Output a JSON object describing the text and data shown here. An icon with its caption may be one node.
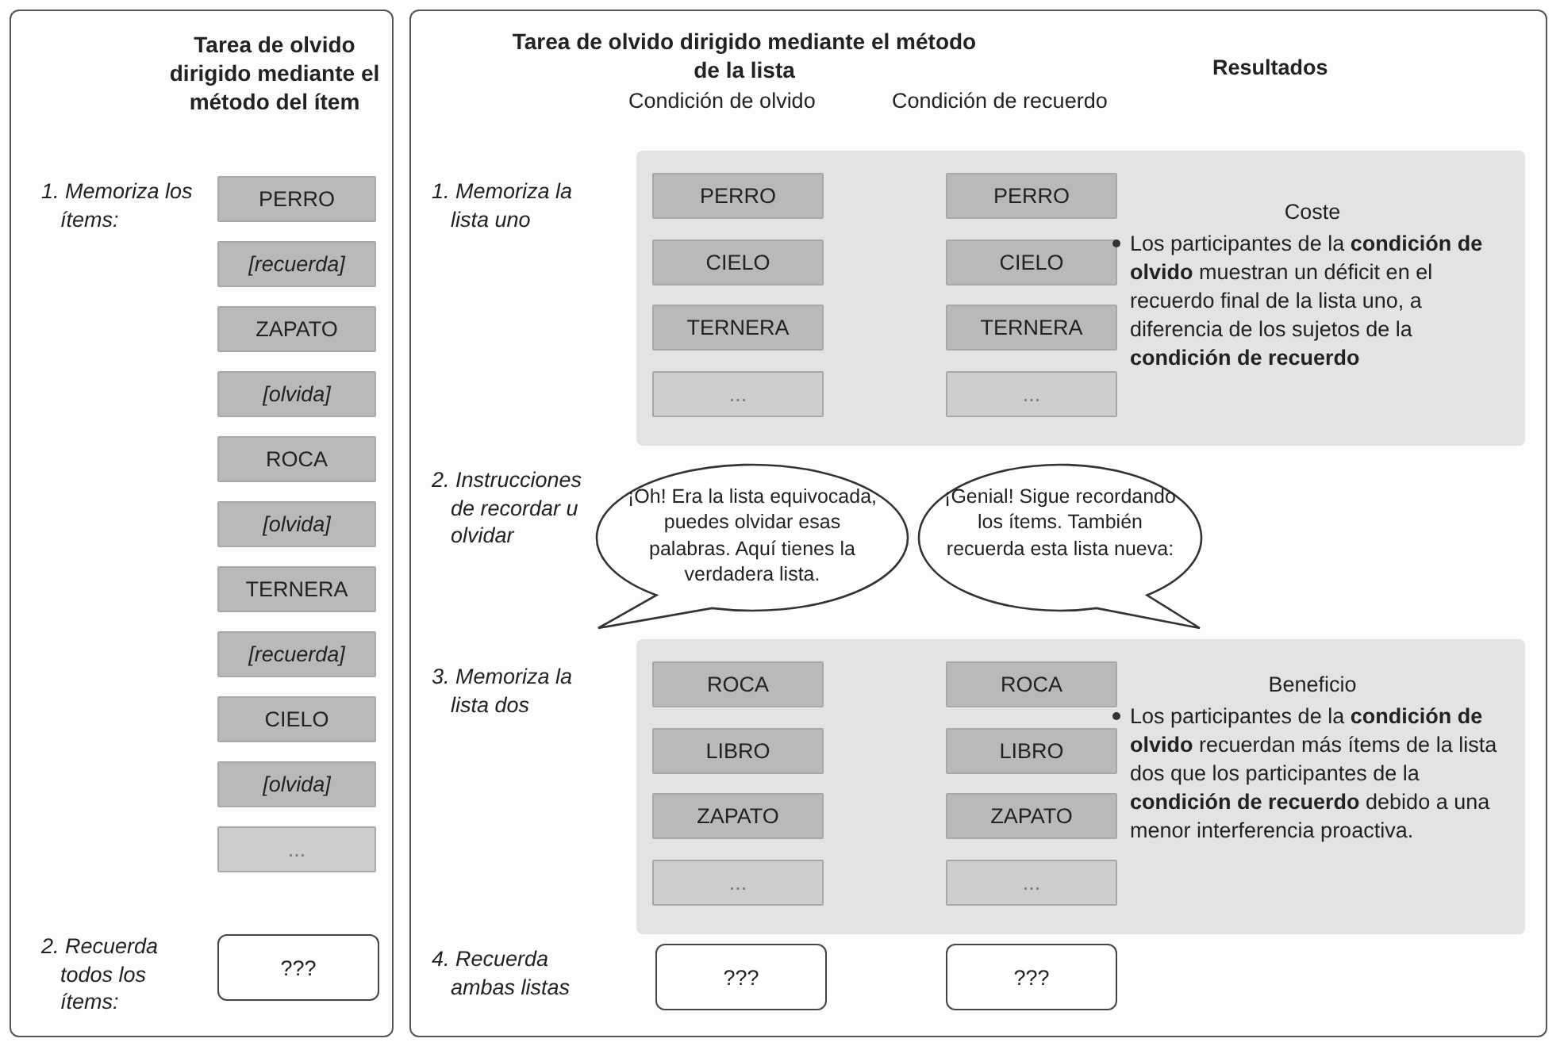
{
  "diagram": {
    "nodes": [
      {
        "text": [
          "Tarea de olvido dirigido mediante el método del ítem"
        ]
      },
      {
        "text": [
          "PERRO"
        ],
        "in": 0
      },
      {
        "text": [
          "[recuerda]"
        ],
        "in": 0
      },
      {
        "text": [
          "ZAPATO"
        ],
        "in": 0
      },
      {
        "text": [
          "[olvida]"
        ],
        "in": 0
      },
      {
        "text": [
          "ROCA"
        ],
        "in": 0
      },
      {
        "text": [
          "[olvida]"
        ],
        "in": 0
      },
      {
        "text": [
          "TERNERA"
        ],
        "in": 0
      },
      {
        "text": [
          "[recuerda]"
        ],
        "in": 0
      },
      {
        "text": [
          "CIELO"
        ],
        "in": 0
      },
      {
        "text": [
          "[olvida]"
        ],
        "in": 0
      },
      {
        "text": [
          "..."
        ],
        "in": 0
      },
      {
        "text": [
          "???"
        ],
        "in": 0
      },
      {
        "text": [
          "Tarea de olvido dirigido mediante el método de la lista"
        ]
      },
      {
        "text": [
          "Coste",
          "Los participantes de la **condición de olvido** muestran un déficit en el recuerdo final de la lista uno, a diferencia de los sujetos de la **condición de recuerdo**"
        ],
        "in": 13
      },
      {
        "text": [
          "PERRO"
        ],
        "in": 14
      },
      {
        "text": [
          "CIELO"
        ],
        "in": 14
      },
      {
        "text": [
          "TERNERA"
        ],
        "in": 14
      },
      {
        "text": [
          "..."
        ],
        "in": 14
      },
      {
        "text": [
          "PERRO"
        ],
        "in": 14
      },
      {
        "text": [
          "CIELO"
        ],
        "in": 14
      },
      {
        "text": [
          "TERNERA"
        ],
        "in": 14
      },
      {
        "text": [
          "..."
        ],
        "in": 14
      },
      {
        "text": [
          "¡Oh! Era la lista equivocada, puedes olvidar esas palabras. Aquí tienes la verdadera lista."
        ],
        "in": 13
      },
      {
        "text": [
          "¡Genial! Sigue recordando los ítems. También recuerda esta lista nueva:"
        ],
        "in": 13
      },
      {
        "text": [
          "Beneficio",
          "Los participantes de la **condición de olvido** recuerdan más ítems de la lista dos que los participantes de la **condición de recuerdo** debido a una menor interferencia proactiva."
        ],
        "in": 13
      },
      {
        "text": [
          "ROCA"
        ],
        "in": 25
      },
      {
        "text": [
          "LIBRO"
        ],
        "in": 25
      },
      {
        "text": [
          "ZAPATO"
        ],
        "in": 25
      },
      {
        "text": [
          "..."
        ],
        "in": 25
      },
      {
        "text": [
          "ROCA"
        ],
        "in": 25
      },
      {
        "text": [
          "LIBRO"
        ],
        "in": 25
      },
      {
        "text": [
          "ZAPATO"
        ],
        "in": 25
      },
      {
        "text": [
          "..."
        ],
        "in": 25
      },
      {
        "text": [
          "???"
        ],
        "in": 13
      },
      {
        "text": [
          "???"
        ],
        "in": 13
      }
    ],
    "labels": [
      "1. Memoriza los ítems:",
      "2. Recuerda todos los ítems:",
      "Resultados",
      "Condición de olvido",
      "Condición de recuerdo",
      "1. Memoriza la lista uno",
      "2. Instrucciones de recordar u olvidar",
      "3. Memoriza la lista dos",
      "4. Recuerda ambas listas"
    ]
  }
}
